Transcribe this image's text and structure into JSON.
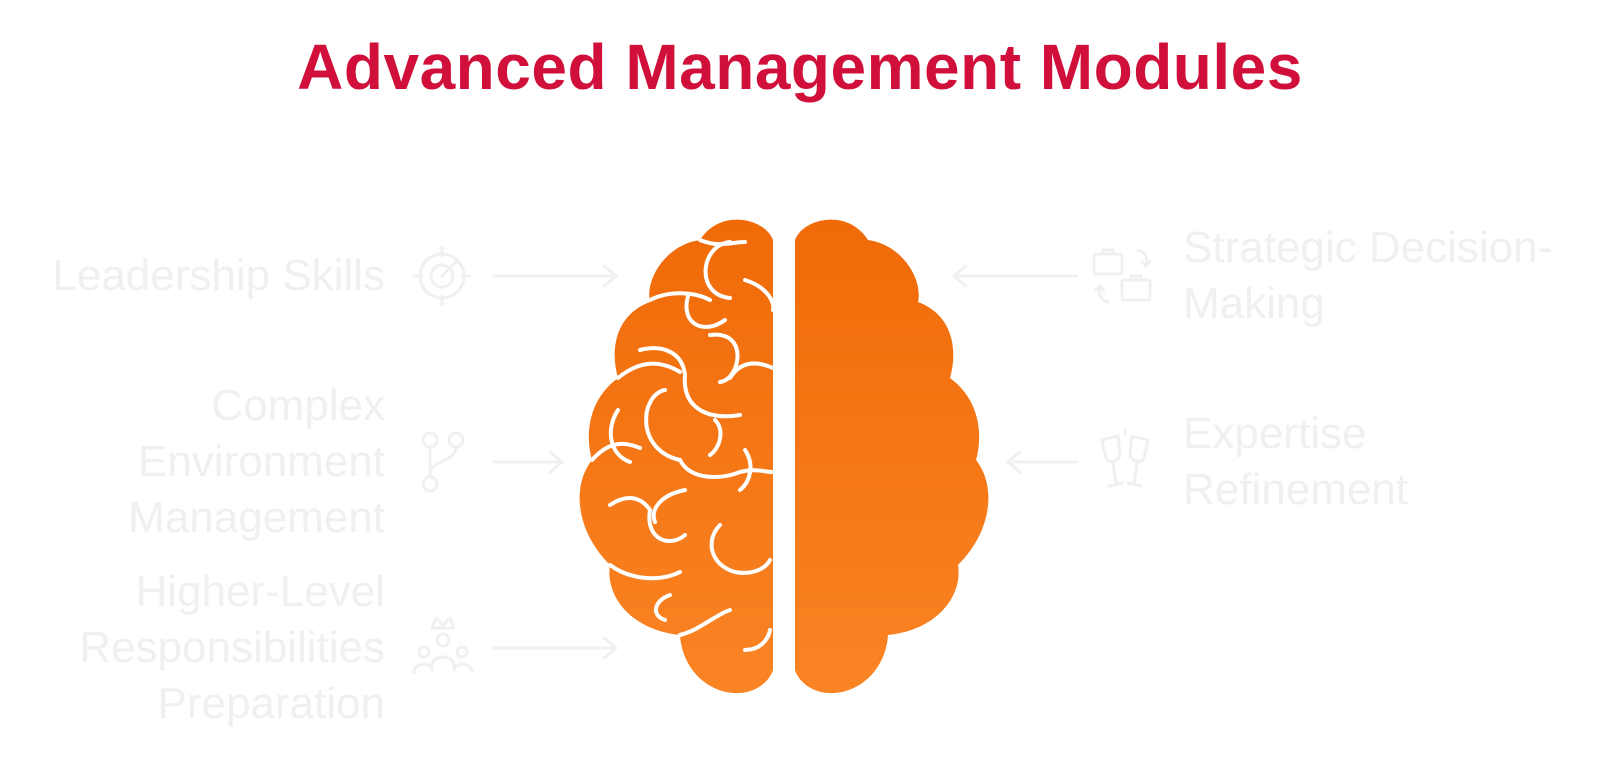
{
  "title": "Advanced Management Modules",
  "colors": {
    "title": "#d0103a",
    "brain_dark": "#f06a08",
    "brain_light": "#fa8424",
    "faded": "#f0f0f0"
  },
  "left_items": [
    {
      "label": "Leadership Skills",
      "icon": "target-icon"
    },
    {
      "label": "Complex Environment Management",
      "icon": "branch-icon"
    },
    {
      "label": "Higher-Level Responsibilities Preparation",
      "icon": "team-crown-icon"
    }
  ],
  "right_items": [
    {
      "label": "Strategic Decision-Making",
      "icon": "briefcase-swap-icon"
    },
    {
      "label": "Expertise Refinement",
      "icon": "toast-glasses-icon"
    }
  ]
}
